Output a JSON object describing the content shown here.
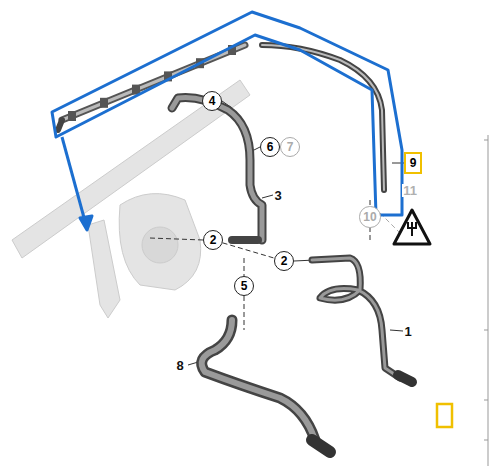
{
  "diagram": {
    "nodes": [
      {
        "text": [
          "4"
        ]
      },
      {
        "text": [
          "6"
        ]
      },
      {
        "text": [
          "7"
        ]
      },
      {
        "text": [
          "9"
        ]
      },
      {
        "text": [
          "10"
        ]
      },
      {
        "text": [
          "2"
        ]
      },
      {
        "text": [
          "2"
        ]
      },
      {
        "text": [
          "5"
        ]
      }
    ],
    "edges": [
      {
        "from": 5,
        "to": 6,
        "arrow": "none"
      }
    ],
    "labels": [
      "3",
      "11",
      "1",
      "8"
    ]
  }
}
